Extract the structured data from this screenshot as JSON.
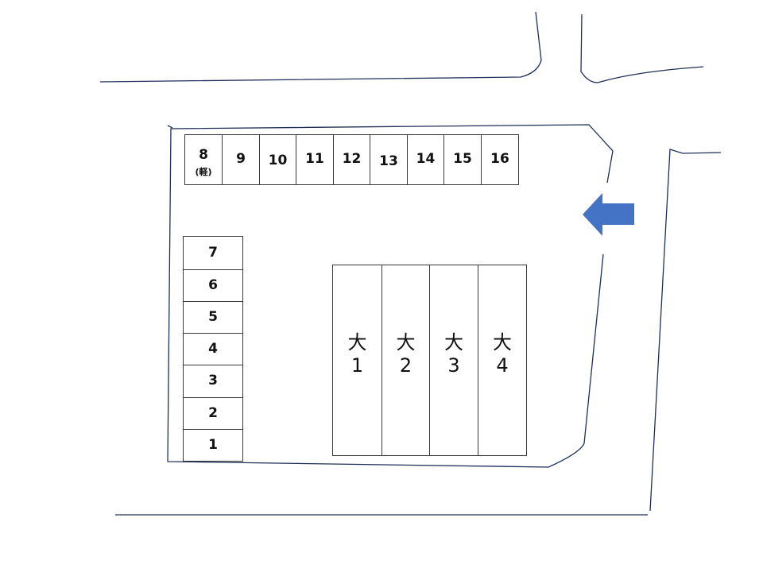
{
  "top_row_slots": [
    {
      "num": "8",
      "sub": "(軽)"
    },
    {
      "num": "9"
    },
    {
      "num": "10"
    },
    {
      "num": "11"
    },
    {
      "num": "12"
    },
    {
      "num": "13"
    },
    {
      "num": "14"
    },
    {
      "num": "15"
    },
    {
      "num": "16"
    }
  ],
  "left_column_slots": [
    "7",
    "6",
    "5",
    "4",
    "3",
    "2",
    "1"
  ],
  "large_slots": [
    {
      "kanji": "大",
      "num": "1"
    },
    {
      "kanji": "大",
      "num": "2"
    },
    {
      "kanji": "大",
      "num": "3"
    },
    {
      "kanji": "大",
      "num": "4"
    }
  ],
  "colors": {
    "road_line": "#1f2f5a",
    "slot_border": "#3a3a3a",
    "arrow": "#4472c4"
  },
  "icons": {
    "entrance_arrow": "left-arrow-icon"
  }
}
